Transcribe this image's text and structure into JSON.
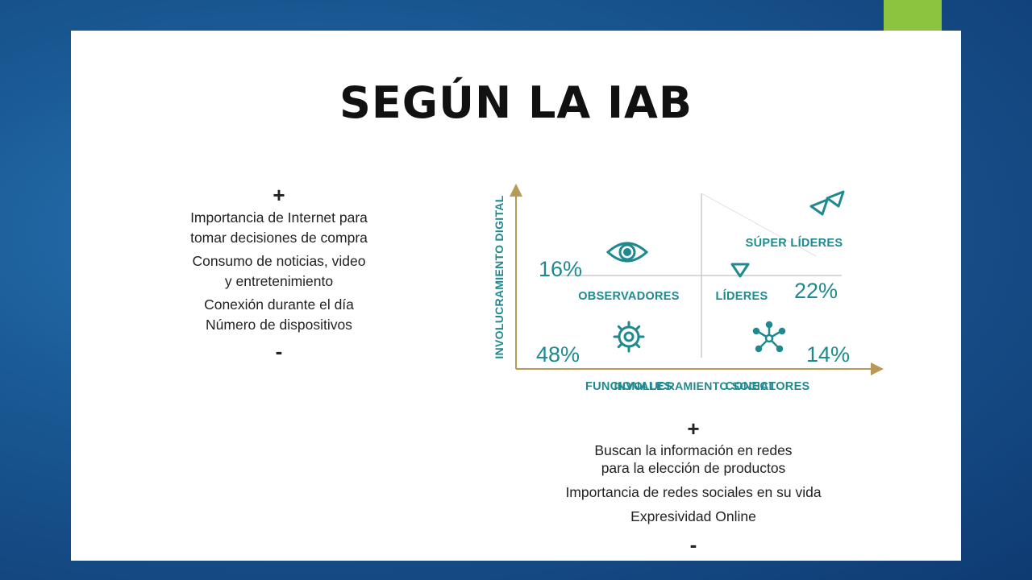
{
  "title": "SEGÚN LA IAB",
  "left_panel": {
    "plus": "+",
    "groups": [
      [
        "Importancia de Internet para",
        "tomar decisiones de compra"
      ],
      [
        "Consumo de noticias, video",
        "y entretenimiento"
      ],
      [
        "Conexión durante el día",
        "Número de dispositivos"
      ]
    ],
    "minus": "-"
  },
  "diagram": {
    "y_axis_label": "INVOLUCRAMIENTO DIGITAL",
    "x_axis_label": "INVOLUCRAMIENTO SOCIAL",
    "quadrants": {
      "observadores": {
        "label": "OBSERVADORES",
        "percent": "16%",
        "icon": "eye-icon"
      },
      "lideres": {
        "label": "LÍDERES",
        "percent": "22%",
        "icon": "triangle-icon"
      },
      "super_lideres": {
        "label": "SÚPER LÍDERES",
        "icon": "double-triangle-icon"
      },
      "funcionales": {
        "label": "FUNCIONALES",
        "percent": "48%",
        "icon": "gear-icon"
      },
      "conectores": {
        "label": "CONECTORES",
        "percent": "14%",
        "icon": "network-icon"
      }
    },
    "colors": {
      "teal": "#1e8a8f",
      "axis": "#b89a58"
    }
  },
  "bottom_panel": {
    "plus": "+",
    "groups": [
      [
        "Buscan la información en redes",
        "para la elección de productos"
      ],
      [
        "Importancia de redes sociales en su vida"
      ],
      [
        "Expresividad Online"
      ]
    ],
    "minus": "-"
  },
  "colors": {
    "accent": "#8cc43f",
    "background": "#1a5a95"
  }
}
